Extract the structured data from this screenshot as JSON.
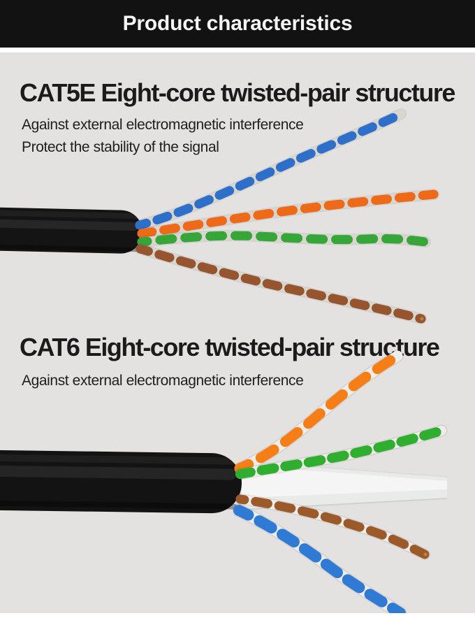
{
  "banner": {
    "title": "Product characteristics",
    "background_color": "#121212",
    "text_color": "#f4f4f4"
  },
  "page_background": "#e3e2e0",
  "sections": [
    {
      "id": "cat5e",
      "title": "CAT5E Eight-core twisted-pair structure",
      "subtitles": [
        "Against external electromagnetic interference",
        "Protect the stability of the signal"
      ],
      "photo": {
        "jacket_color": "#141414",
        "pairs": [
          {
            "name": "blue-white twisted pair",
            "color": "#2e6fc9",
            "white": "#d9d5cf"
          },
          {
            "name": "orange-white twisted pair",
            "color": "#ee6a18",
            "white": "#d9d5cf"
          },
          {
            "name": "green-white twisted pair",
            "color": "#35a637",
            "white": "#d9d5cf"
          },
          {
            "name": "brown-white twisted pair",
            "color": "#96552e",
            "white": "#d9d5cf"
          }
        ]
      }
    },
    {
      "id": "cat6",
      "title": "CAT6 Eight-core twisted-pair structure",
      "subtitles": [
        "Against external electromagnetic interference"
      ],
      "photo": {
        "jacket_color": "#131313",
        "spline_color": "#e9ebe9",
        "pairs": [
          {
            "name": "orange-white twisted pair",
            "color": "#f57e17",
            "white": "#efede9"
          },
          {
            "name": "green-white twisted pair",
            "color": "#2fae2f",
            "white": "#efede9"
          },
          {
            "name": "brown-white twisted pair",
            "color": "#9c5a2b",
            "white": "#efede9"
          },
          {
            "name": "blue-white twisted pair",
            "color": "#2f7ad4",
            "white": "#efede9"
          }
        ]
      }
    }
  ]
}
